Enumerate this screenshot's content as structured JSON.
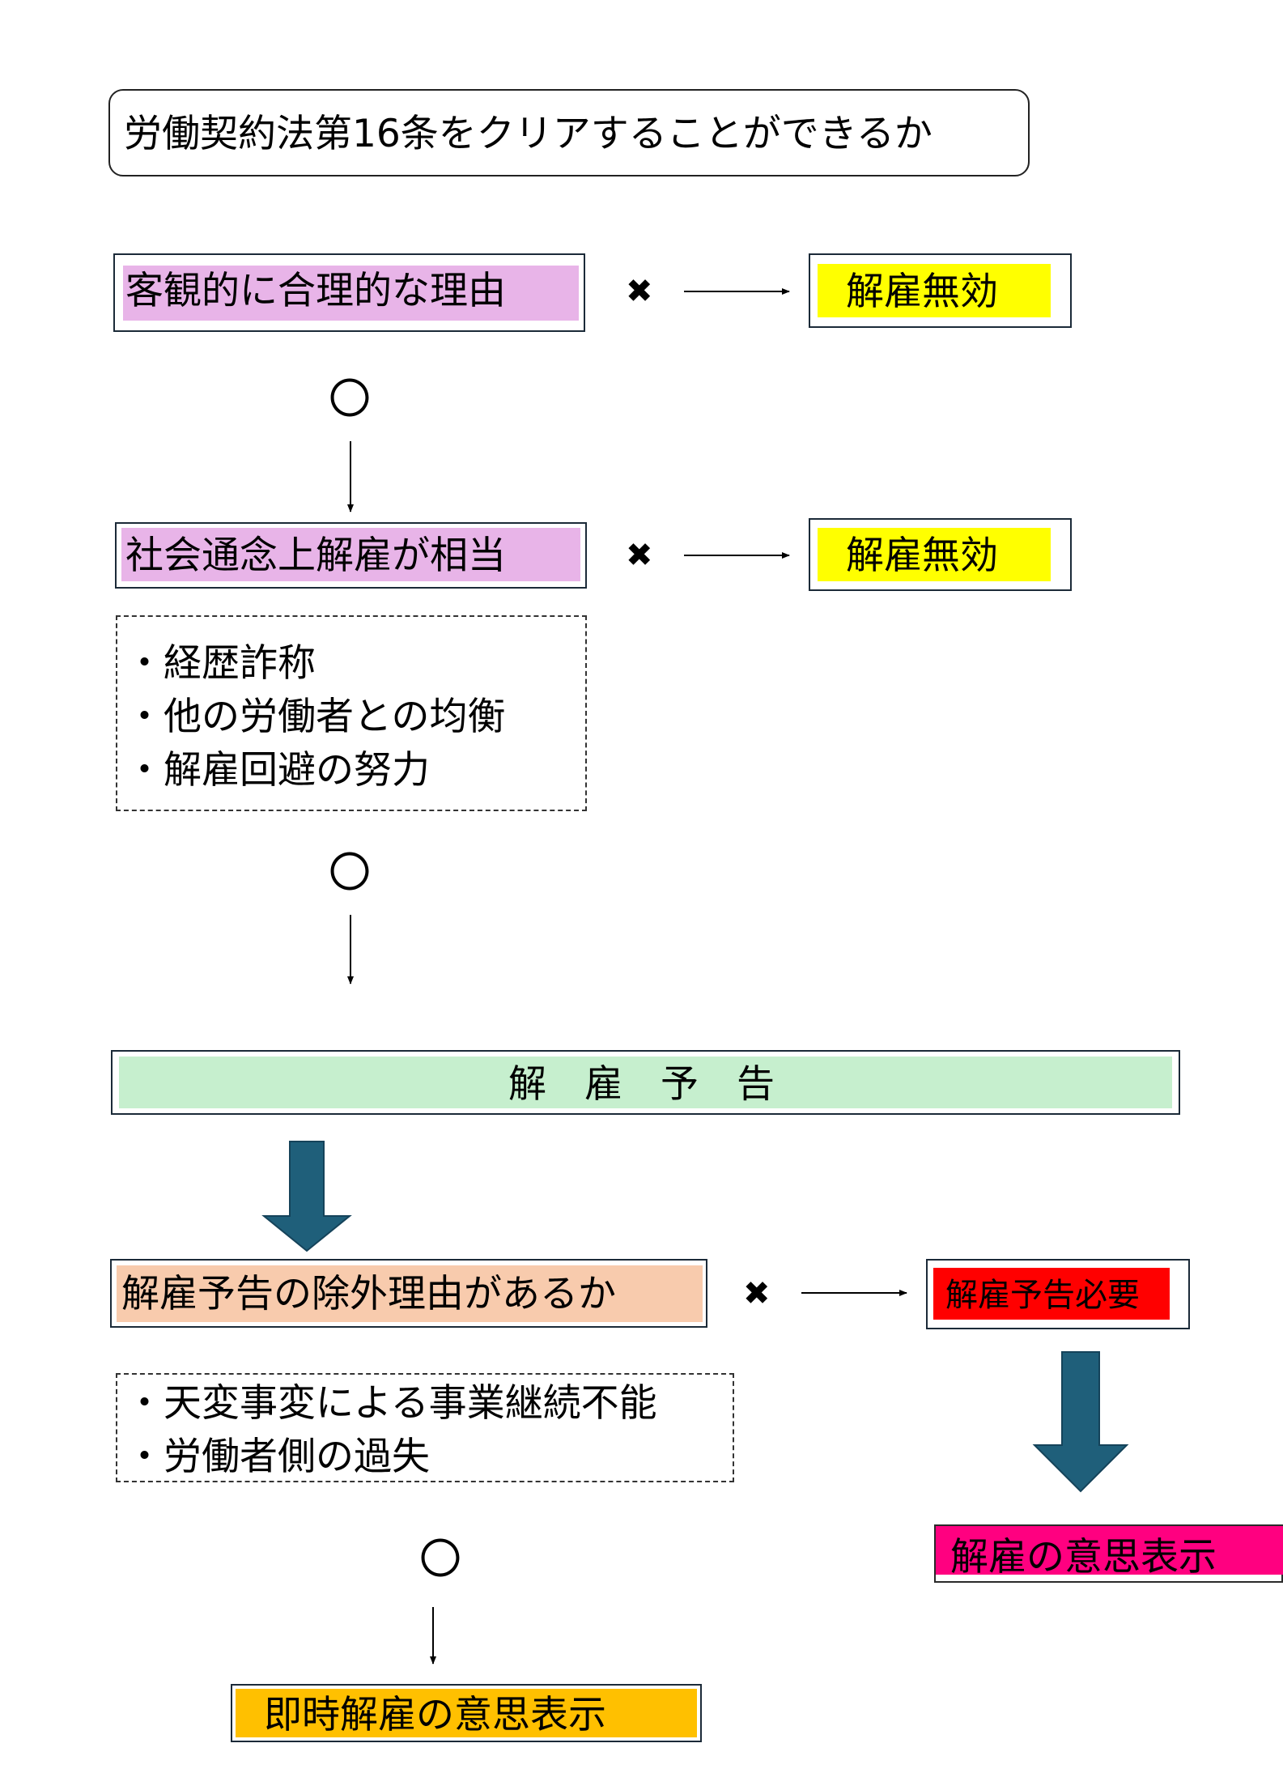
{
  "title": "労働契約法第16条をクリアすることができるか",
  "step1": {
    "label": "客観的に合理的な理由",
    "fail_mark": "✖",
    "result": "解雇無効",
    "pass_mark": "〇"
  },
  "step2": {
    "label": "社会通念上解雇が相当",
    "fail_mark": "✖",
    "result": "解雇無効",
    "factors": [
      "・経歴詐称",
      "・他の労働者との均衡",
      "・解雇回避の努力"
    ],
    "pass_mark": "〇"
  },
  "notice": {
    "label": "解　雇　予　告"
  },
  "step3": {
    "label": "解雇予告の除外理由があるか",
    "fail_mark": "✖",
    "result": "解雇予告必要",
    "factors": [
      "・天変事変による事業継続不能",
      "・労働者側の過失"
    ],
    "pass_mark": "〇"
  },
  "outcomes": {
    "immediate": "即時解雇の意思表示",
    "with_notice": "解雇の意思表示"
  },
  "colors": {
    "pink": "#e8b4e8",
    "yellow": "#ffff00",
    "green": "#c6efce",
    "peach": "#f8cbad",
    "red": "#ff0000",
    "magenta": "#ff0080",
    "orange": "#ffc000",
    "arrow_blue": "#1f5f7a",
    "border": "#1b2a38"
  }
}
